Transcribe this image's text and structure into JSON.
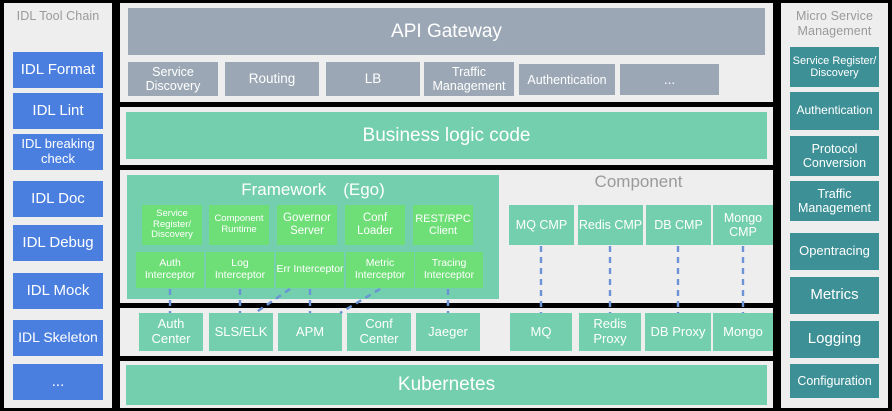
{
  "colors": {
    "background": "#000000",
    "panel": "#eeeeee",
    "blue_chip": "#4a7fe0",
    "teal_chip": "#3c9096",
    "gray_box": "#9ba7b4",
    "green_band": "#73cfae",
    "framework_panel": "#73cfae",
    "bright_green": "#6ede77",
    "component_box": "#73cfae",
    "link_line": "#6b93d6",
    "title_gray": "#9a9a9a"
  },
  "left_sidebar": {
    "title": "IDL Tool Chain",
    "items": [
      {
        "label": "IDL Format"
      },
      {
        "label": "IDL Lint"
      },
      {
        "label": "IDL breaking check"
      },
      {
        "label": "IDL Doc"
      },
      {
        "label": "IDL Debug"
      },
      {
        "label": "IDL Mock"
      },
      {
        "label": "IDL Skeleton"
      },
      {
        "label": "..."
      }
    ]
  },
  "right_sidebar": {
    "title": "Micro Service Management",
    "items": [
      {
        "label": "Service Register/ Discovery"
      },
      {
        "label": "Authentication"
      },
      {
        "label": "Protocol Conversion"
      },
      {
        "label": "Traffic Management"
      },
      {
        "label": "Opentracing"
      },
      {
        "label": "Metrics"
      },
      {
        "label": "Logging"
      },
      {
        "label": "Configuration"
      }
    ]
  },
  "api_gateway": {
    "title": "API Gateway",
    "features": [
      {
        "label": "Service Discovery"
      },
      {
        "label": "Routing"
      },
      {
        "label": "LB"
      },
      {
        "label": "Traffic Management"
      },
      {
        "label": "Authentication"
      },
      {
        "label": "..."
      }
    ]
  },
  "business_logic": {
    "title": "Business logic code"
  },
  "framework": {
    "title": "Framework (Ego)",
    "row1": [
      {
        "label": "Service Register/ Discovery"
      },
      {
        "label": "Component Runtime"
      },
      {
        "label": "Governor Server"
      },
      {
        "label": "Conf Loader"
      },
      {
        "label": "REST/RPC Client"
      }
    ],
    "row2": [
      {
        "label": "Auth Interceptor"
      },
      {
        "label": "Log Interceptor"
      },
      {
        "label": "Err Interceptor"
      },
      {
        "label": "Metric Interceptor"
      },
      {
        "label": "Tracing Interceptor"
      }
    ]
  },
  "component": {
    "title": "Component",
    "items": [
      {
        "label": "MQ CMP"
      },
      {
        "label": "Redis CMP"
      },
      {
        "label": "DB CMP"
      },
      {
        "label": "Mongo CMP"
      }
    ]
  },
  "infrastructure": {
    "left_items": [
      {
        "label": "Auth Center"
      },
      {
        "label": "SLS/ELK"
      },
      {
        "label": "APM"
      },
      {
        "label": "Conf Center"
      },
      {
        "label": "Jaeger"
      }
    ],
    "right_items": [
      {
        "label": "MQ"
      },
      {
        "label": "Redis Proxy"
      },
      {
        "label": "DB Proxy"
      },
      {
        "label": "Mongo"
      }
    ]
  },
  "platform": {
    "title": "Kubernetes"
  }
}
